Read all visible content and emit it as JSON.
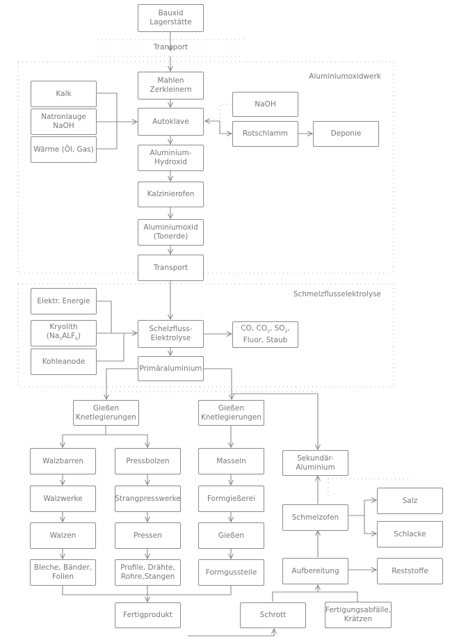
{
  "nodes": {
    "bauxid": [
      "Bauxid",
      "Lagerstätte"
    ],
    "transport_label": "Transport",
    "region1_label": "Aluminiumoxidwerk",
    "mahlen": [
      "Mahlen",
      "Zerkleinern"
    ],
    "kalk": "Kalk",
    "natronlauge": [
      "Natronlauge",
      "NaOH"
    ],
    "waerme": "Wärme (Öl, Gas)",
    "autoklave": "Autoklave",
    "naoh": "NaOH",
    "rotschlamm": "Rotschlamm",
    "deponie": "Deponie",
    "hydroxid": [
      "Aluminium-",
      "Hydroxid"
    ],
    "kalzinierofen": "Kalzinierofen",
    "aluminiumoxid": [
      "Aluminiumoxid",
      "(Tonerde)"
    ],
    "transport_box": "Transport",
    "region2_label": "Schmelzflusselektrolyse",
    "energie": "Elektr. Energie",
    "kryolith": [
      "Kryolith",
      "(Na",
      "3",
      "ALF",
      "6",
      ")"
    ],
    "kohleanode": "Kohleanode",
    "elektrolyse": [
      "Schelzfluss-",
      "Elektrolyse"
    ],
    "emissions": [
      "CO, CO",
      "2",
      ", SO",
      "2",
      ",",
      "Fluor, Staub"
    ],
    "primaer": "Primäraluminium",
    "giessen_left": [
      "Gießen",
      "Knetlegierungen"
    ],
    "giessen_right": [
      "Gießen",
      "Knetlegierungen"
    ],
    "walzbarren": "Walzbarren",
    "walzwerke": "Walzwerke",
    "walzen": "Walzen",
    "bleche": [
      "Bleche, Bänder,",
      "Folien"
    ],
    "pressbolzen": "Pressbolzen",
    "strangpresswerke": "Strangpresswerke",
    "pressen": "Pressen",
    "profile": [
      "Profile, Drähte,",
      "Rohre,Stangen"
    ],
    "masseln": "Masseln",
    "formgiesserei": "Formgießerei",
    "giessen": "Gießen",
    "formgussteile": "Formgussteile",
    "fertigprodukt": "Fertigprodukt",
    "sekundaer": [
      "Sekundär-",
      "Aluminium"
    ],
    "schmelzofen": "Schmelzofen",
    "salz": "Salz",
    "schlacke": "Schlacke",
    "aufbereitung": "Aufbereitung",
    "reststoffe": "Reststoffe",
    "schrott": "Schrott",
    "fertigungsabfaelle": [
      "Fertigungsabfälle,",
      "Krätzen"
    ]
  },
  "colors": {
    "line": "#8a8a8a",
    "text": "#777777"
  }
}
